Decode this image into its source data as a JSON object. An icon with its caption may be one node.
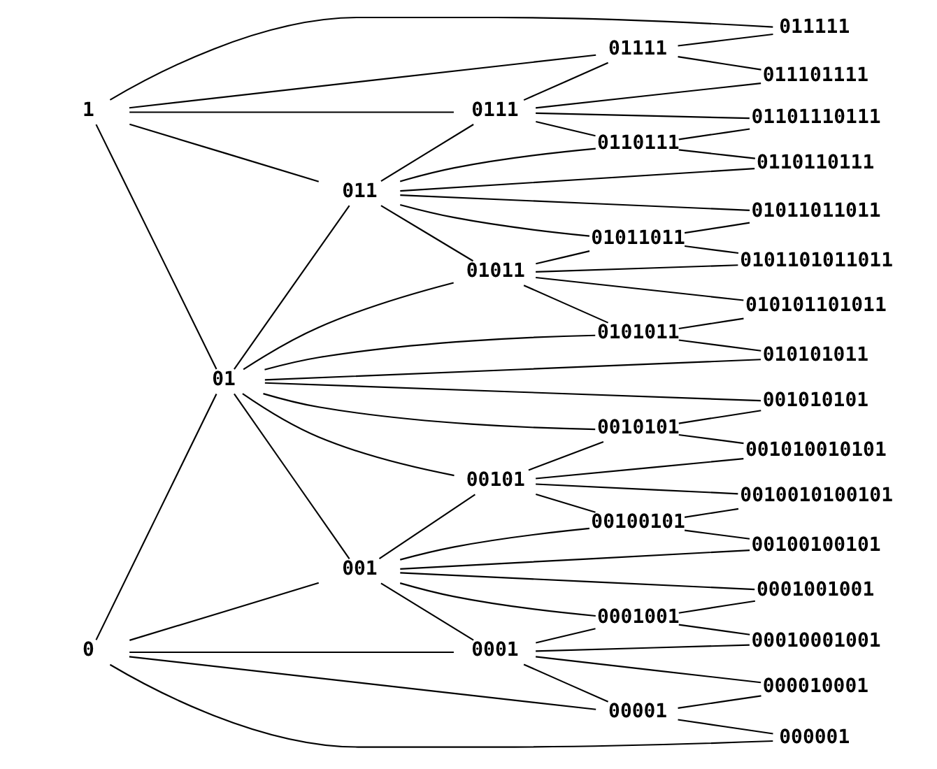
{
  "diagram": {
    "nodes": [
      {
        "text": [
          "1"
        ]
      },
      {
        "text": [
          "011111"
        ]
      },
      {
        "text": [
          "01111"
        ]
      },
      {
        "text": [
          "011101111"
        ]
      },
      {
        "text": [
          "0111"
        ]
      },
      {
        "text": [
          "01101110111"
        ]
      },
      {
        "text": [
          "0110111"
        ]
      },
      {
        "text": [
          "0110110111"
        ]
      },
      {
        "text": [
          "011"
        ]
      },
      {
        "text": [
          "01011011011"
        ]
      },
      {
        "text": [
          "01011011"
        ]
      },
      {
        "text": [
          "0101101011011"
        ]
      },
      {
        "text": [
          "01011"
        ]
      },
      {
        "text": [
          "010101101011"
        ]
      },
      {
        "text": [
          "0101011"
        ]
      },
      {
        "text": [
          "010101011"
        ]
      },
      {
        "text": [
          "01"
        ]
      },
      {
        "text": [
          "001010101"
        ]
      },
      {
        "text": [
          "0010101"
        ]
      },
      {
        "text": [
          "001010010101"
        ]
      },
      {
        "text": [
          "00101"
        ]
      },
      {
        "text": [
          "0010010100101"
        ]
      },
      {
        "text": [
          "00100101"
        ]
      },
      {
        "text": [
          "00100100101"
        ]
      },
      {
        "text": [
          "001"
        ]
      },
      {
        "text": [
          "0001001001"
        ]
      },
      {
        "text": [
          "0001001"
        ]
      },
      {
        "text": [
          "00010001001"
        ]
      },
      {
        "text": [
          "0001"
        ]
      },
      {
        "text": [
          "000010001"
        ]
      },
      {
        "text": [
          "00001"
        ]
      },
      {
        "text": [
          "000001"
        ]
      },
      {
        "text": [
          "0"
        ]
      }
    ],
    "edges": [
      {
        "from": 32,
        "to": 16,
        "arrow": "none"
      },
      {
        "from": 0,
        "to": 16,
        "arrow": "none"
      },
      {
        "from": 16,
        "to": 8,
        "arrow": "none"
      },
      {
        "from": 0,
        "to": 8,
        "arrow": "none"
      },
      {
        "from": 32,
        "to": 24,
        "arrow": "none"
      },
      {
        "from": 16,
        "to": 24,
        "arrow": "none"
      },
      {
        "from": 8,
        "to": 4,
        "arrow": "none"
      },
      {
        "from": 0,
        "to": 4,
        "arrow": "none"
      },
      {
        "from": 16,
        "to": 12,
        "arrow": "none"
      },
      {
        "from": 8,
        "to": 12,
        "arrow": "none"
      },
      {
        "from": 24,
        "to": 20,
        "arrow": "none"
      },
      {
        "from": 16,
        "to": 20,
        "arrow": "none"
      },
      {
        "from": 32,
        "to": 28,
        "arrow": "none"
      },
      {
        "from": 24,
        "to": 28,
        "arrow": "none"
      },
      {
        "from": 4,
        "to": 2,
        "arrow": "none"
      },
      {
        "from": 0,
        "to": 2,
        "arrow": "none"
      },
      {
        "from": 8,
        "to": 6,
        "arrow": "none"
      },
      {
        "from": 4,
        "to": 6,
        "arrow": "none"
      },
      {
        "from": 12,
        "to": 10,
        "arrow": "none"
      },
      {
        "from": 8,
        "to": 10,
        "arrow": "none"
      },
      {
        "from": 16,
        "to": 14,
        "arrow": "none"
      },
      {
        "from": 12,
        "to": 14,
        "arrow": "none"
      },
      {
        "from": 20,
        "to": 18,
        "arrow": "none"
      },
      {
        "from": 16,
        "to": 18,
        "arrow": "none"
      },
      {
        "from": 24,
        "to": 22,
        "arrow": "none"
      },
      {
        "from": 20,
        "to": 22,
        "arrow": "none"
      },
      {
        "from": 28,
        "to": 26,
        "arrow": "none"
      },
      {
        "from": 24,
        "to": 26,
        "arrow": "none"
      },
      {
        "from": 32,
        "to": 30,
        "arrow": "none"
      },
      {
        "from": 28,
        "to": 30,
        "arrow": "none"
      },
      {
        "from": 2,
        "to": 1,
        "arrow": "none"
      },
      {
        "from": 0,
        "to": 1,
        "arrow": "none"
      },
      {
        "from": 4,
        "to": 3,
        "arrow": "none"
      },
      {
        "from": 2,
        "to": 3,
        "arrow": "none"
      },
      {
        "from": 6,
        "to": 5,
        "arrow": "none"
      },
      {
        "from": 4,
        "to": 5,
        "arrow": "none"
      },
      {
        "from": 8,
        "to": 7,
        "arrow": "none"
      },
      {
        "from": 6,
        "to": 7,
        "arrow": "none"
      },
      {
        "from": 10,
        "to": 9,
        "arrow": "none"
      },
      {
        "from": 8,
        "to": 9,
        "arrow": "none"
      },
      {
        "from": 12,
        "to": 11,
        "arrow": "none"
      },
      {
        "from": 10,
        "to": 11,
        "arrow": "none"
      },
      {
        "from": 14,
        "to": 13,
        "arrow": "none"
      },
      {
        "from": 12,
        "to": 13,
        "arrow": "none"
      },
      {
        "from": 16,
        "to": 15,
        "arrow": "none"
      },
      {
        "from": 14,
        "to": 15,
        "arrow": "none"
      },
      {
        "from": 18,
        "to": 17,
        "arrow": "none"
      },
      {
        "from": 16,
        "to": 17,
        "arrow": "none"
      },
      {
        "from": 20,
        "to": 19,
        "arrow": "none"
      },
      {
        "from": 18,
        "to": 19,
        "arrow": "none"
      },
      {
        "from": 22,
        "to": 21,
        "arrow": "none"
      },
      {
        "from": 20,
        "to": 21,
        "arrow": "none"
      },
      {
        "from": 24,
        "to": 23,
        "arrow": "none"
      },
      {
        "from": 22,
        "to": 23,
        "arrow": "none"
      },
      {
        "from": 26,
        "to": 25,
        "arrow": "none"
      },
      {
        "from": 24,
        "to": 25,
        "arrow": "none"
      },
      {
        "from": 28,
        "to": 27,
        "arrow": "none"
      },
      {
        "from": 26,
        "to": 27,
        "arrow": "none"
      },
      {
        "from": 30,
        "to": 29,
        "arrow": "none"
      },
      {
        "from": 28,
        "to": 29,
        "arrow": "none"
      },
      {
        "from": 32,
        "to": 31,
        "arrow": "none"
      },
      {
        "from": 30,
        "to": 31,
        "arrow": "none"
      }
    ]
  }
}
